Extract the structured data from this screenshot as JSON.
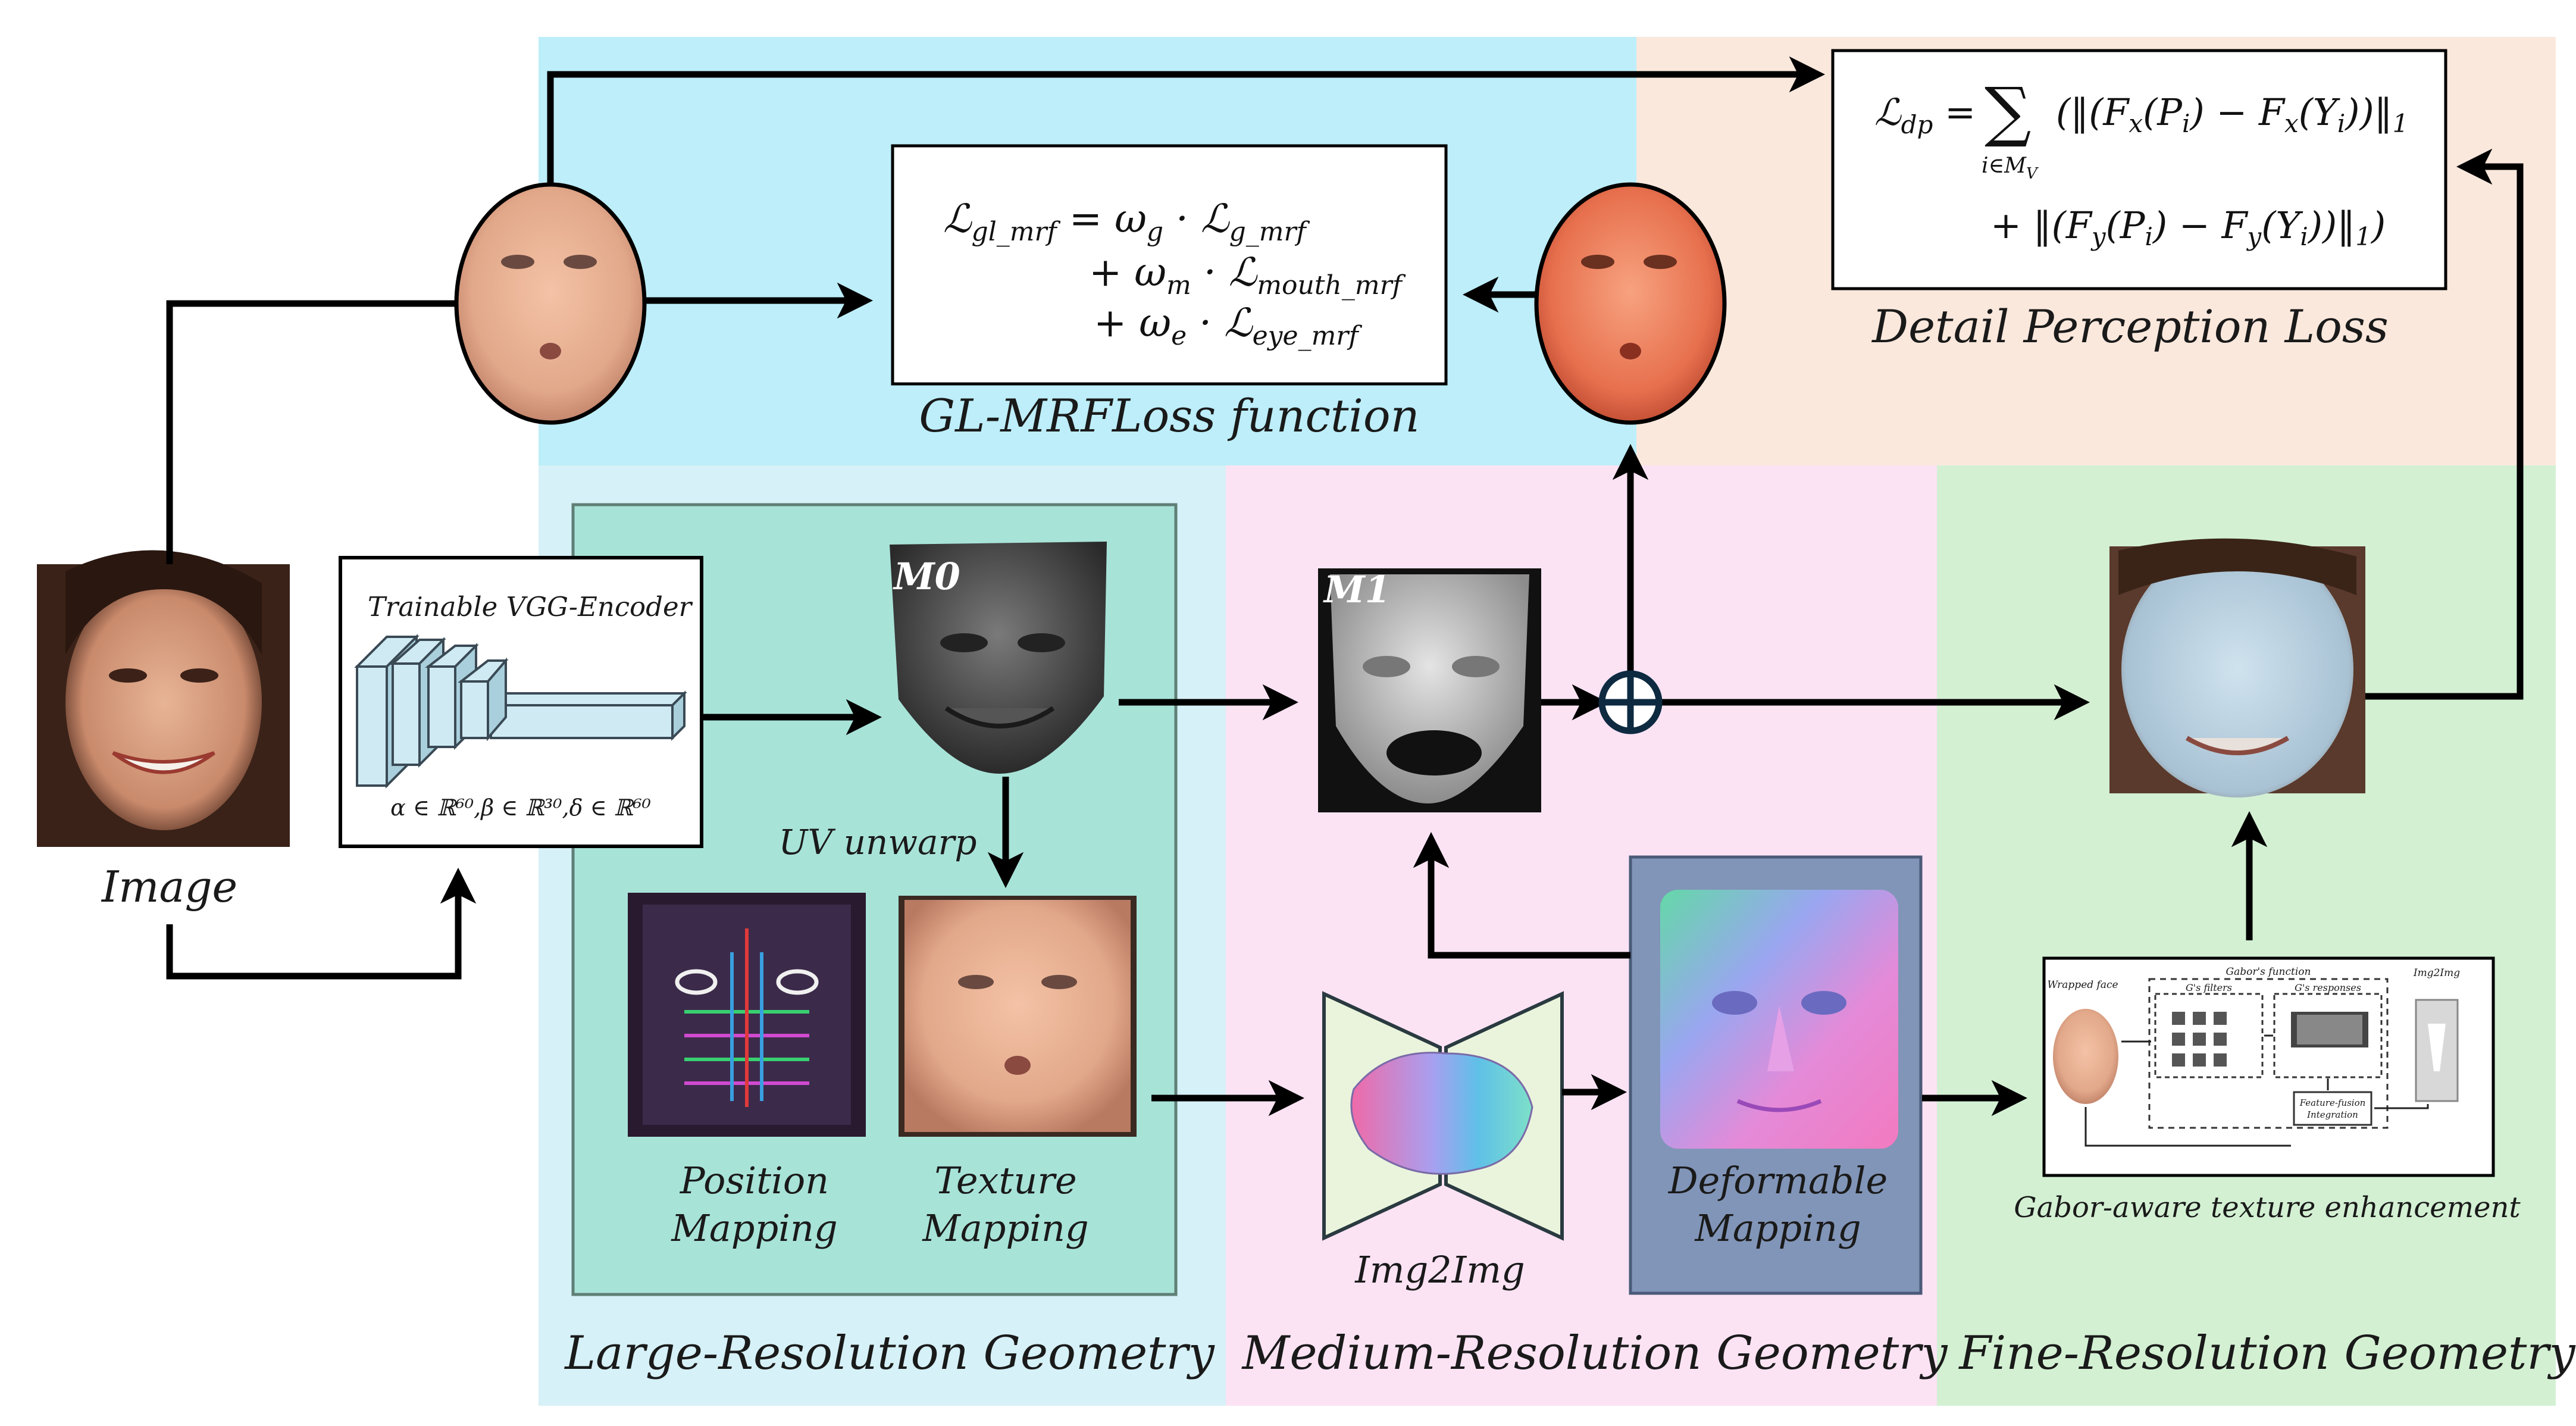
{
  "image_label": "Image",
  "encoder": {
    "title": "Trainable VGG-Encoder",
    "params": "α ∈ ℝ⁶⁰,β ∈ ℝ³⁰,δ ∈ ℝ⁶⁰"
  },
  "mesh_labels": {
    "m0": "M0",
    "m1": "M1"
  },
  "uv_unwarp": "UV unwarp",
  "position_mapping": [
    "Position",
    "Mapping"
  ],
  "texture_mapping": [
    "Texture",
    "Mapping"
  ],
  "img2img": "Img2Img",
  "deformable_mapping": [
    "Deformable",
    "Mapping"
  ],
  "gabor": {
    "caption": "Gabor-aware texture enhancement",
    "wrapped_face": "Wrapped face",
    "gabor_function": "Gabor's function",
    "filters": "G's filters",
    "responses": "G's responses",
    "img2img_small": "Img2Img",
    "feature_fusion": [
      "Feature-fusion",
      "Integration"
    ]
  },
  "gl_mrf": {
    "caption": "GL-MRFLoss function",
    "line1": {
      "lhs": "ℒ",
      "lhs_sub": "gl_mrf",
      "rhs": " = ω",
      "w_sub": "g",
      "dot": " · ℒ",
      "l_sub": "g_mrf"
    },
    "line2": {
      "plus": "+ ω",
      "w_sub": "m",
      "dot": " · ℒ",
      "l_sub": "mouth_mrf"
    },
    "line3": {
      "plus": "+ ω",
      "w_sub": "e",
      "dot": " · ℒ",
      "l_sub": "eye_mrf"
    }
  },
  "detail_loss": {
    "caption": "Detail Perception Loss",
    "lhs": "ℒ",
    "lhs_sub": "dp",
    "eq": " = ",
    "sum": "∑",
    "sum_sub": "i∈M",
    "sum_sub2": "V",
    "term1": "(‖(F",
    "term1b": "(P",
    "term1c": ") − F",
    "term1d": "(Y",
    "term1e": "))‖",
    "term2": "+ ‖(F",
    "term2b": "(P",
    "term2c": ") − F",
    "term2d": "(Y",
    "term2e": "))‖",
    "x": "x",
    "y": "y",
    "i": "i",
    "one": "1",
    "close": ")"
  },
  "section_labels": {
    "large": "Large-Resolution Geometry",
    "medium": "Medium-Resolution Geometry",
    "fine": "Fine-Resolution Geometry"
  },
  "colors": {
    "blue_bg": "#bdeef9",
    "peach_bg": "#fbe8dd",
    "large_bg": "#d6f1f7",
    "large_inner": "#a8e3d8",
    "medium_bg": "#fbe3f4",
    "fine_bg": "#d3f0d3",
    "deformable_box": "#8195b8"
  }
}
